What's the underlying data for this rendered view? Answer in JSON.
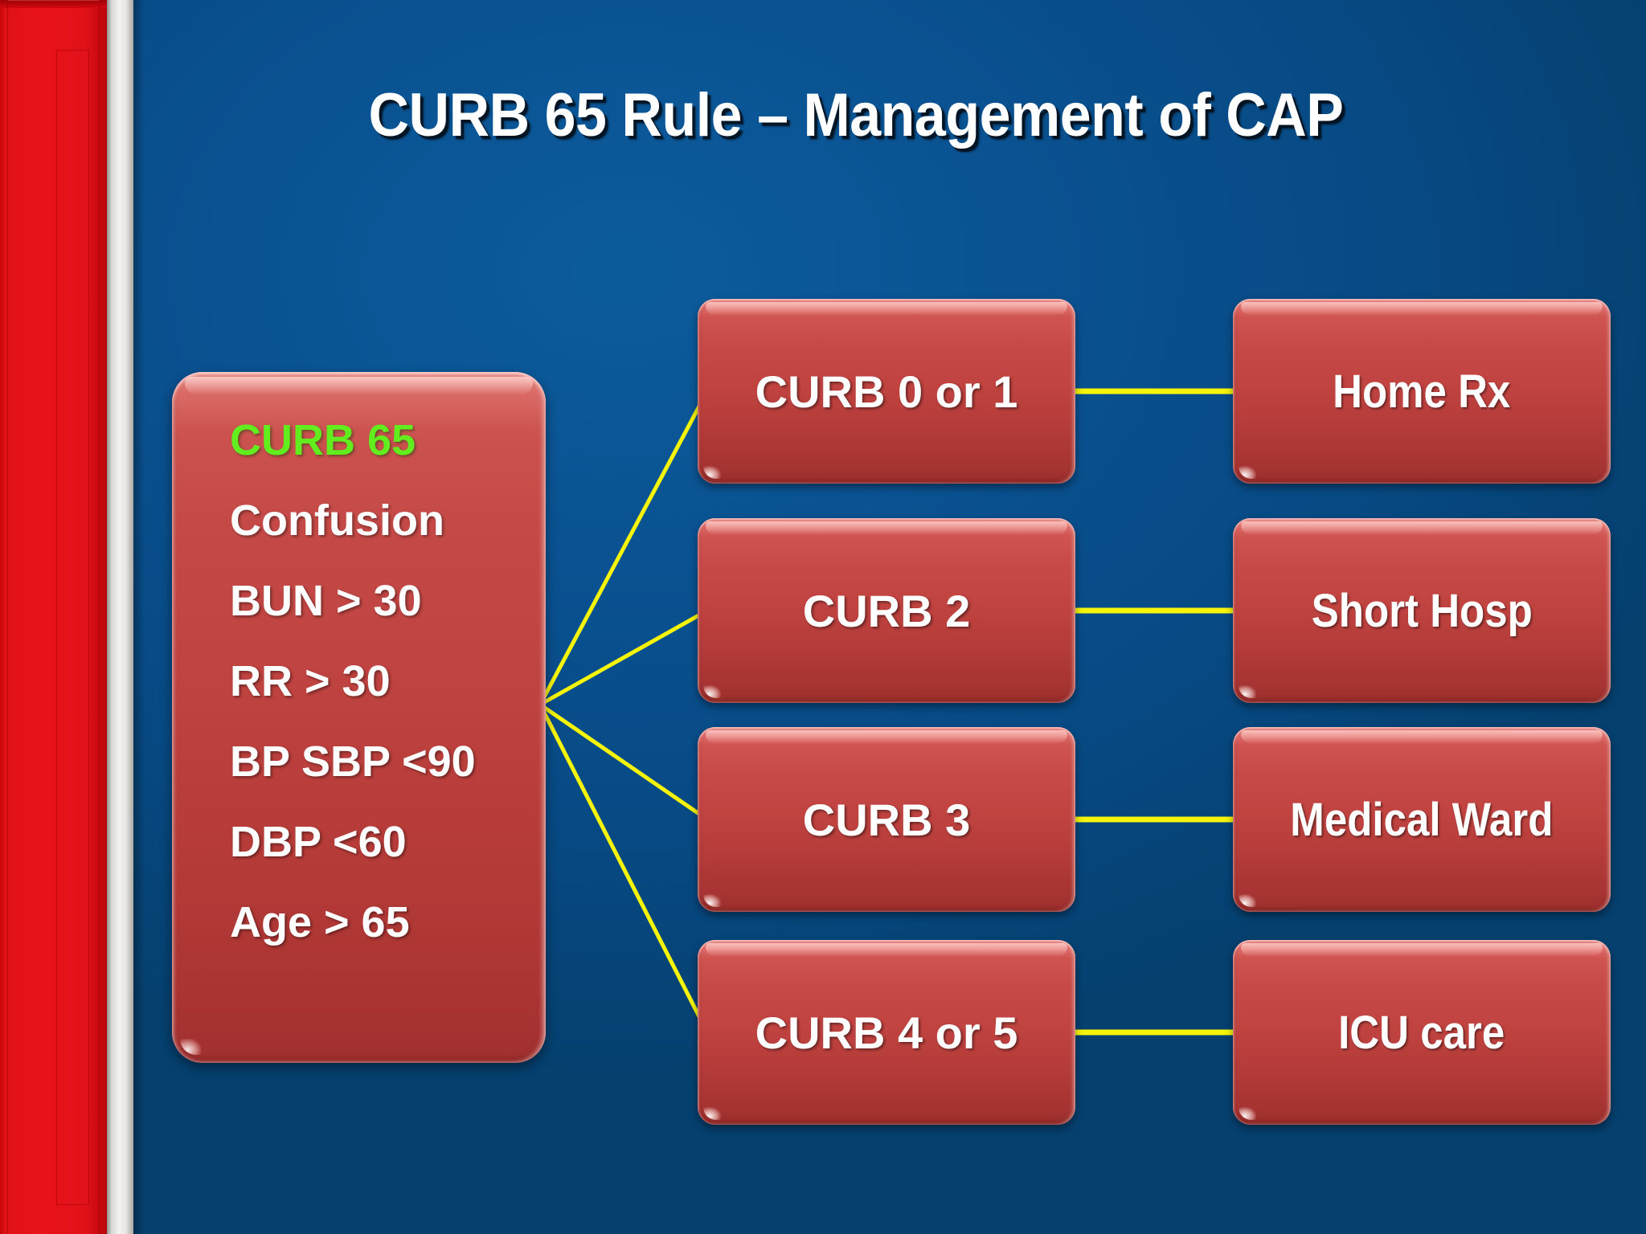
{
  "slide": {
    "title": "CURB 65 Rule – Management of CAP",
    "background_color": "#084E87",
    "accent_color": "#62EE1E",
    "box_color": "#BF4340",
    "connector_color": "#F6F40B",
    "sidebar_color": "#E0121A"
  },
  "criteria_panel": {
    "heading": "CURB 65",
    "items": [
      "Confusion",
      "BUN > 30",
      "RR > 30",
      "BP SBP <90",
      "DBP <60",
      "Age > 65"
    ]
  },
  "flow": {
    "rows": [
      {
        "score": "CURB  0 or 1",
        "outcome": "Home Rx"
      },
      {
        "score": "CURB  2",
        "outcome": "Short Hosp"
      },
      {
        "score": "CURB  3",
        "outcome": "Medical Ward"
      },
      {
        "score": "CURB 4 or 5",
        "outcome": "ICU care"
      }
    ]
  }
}
